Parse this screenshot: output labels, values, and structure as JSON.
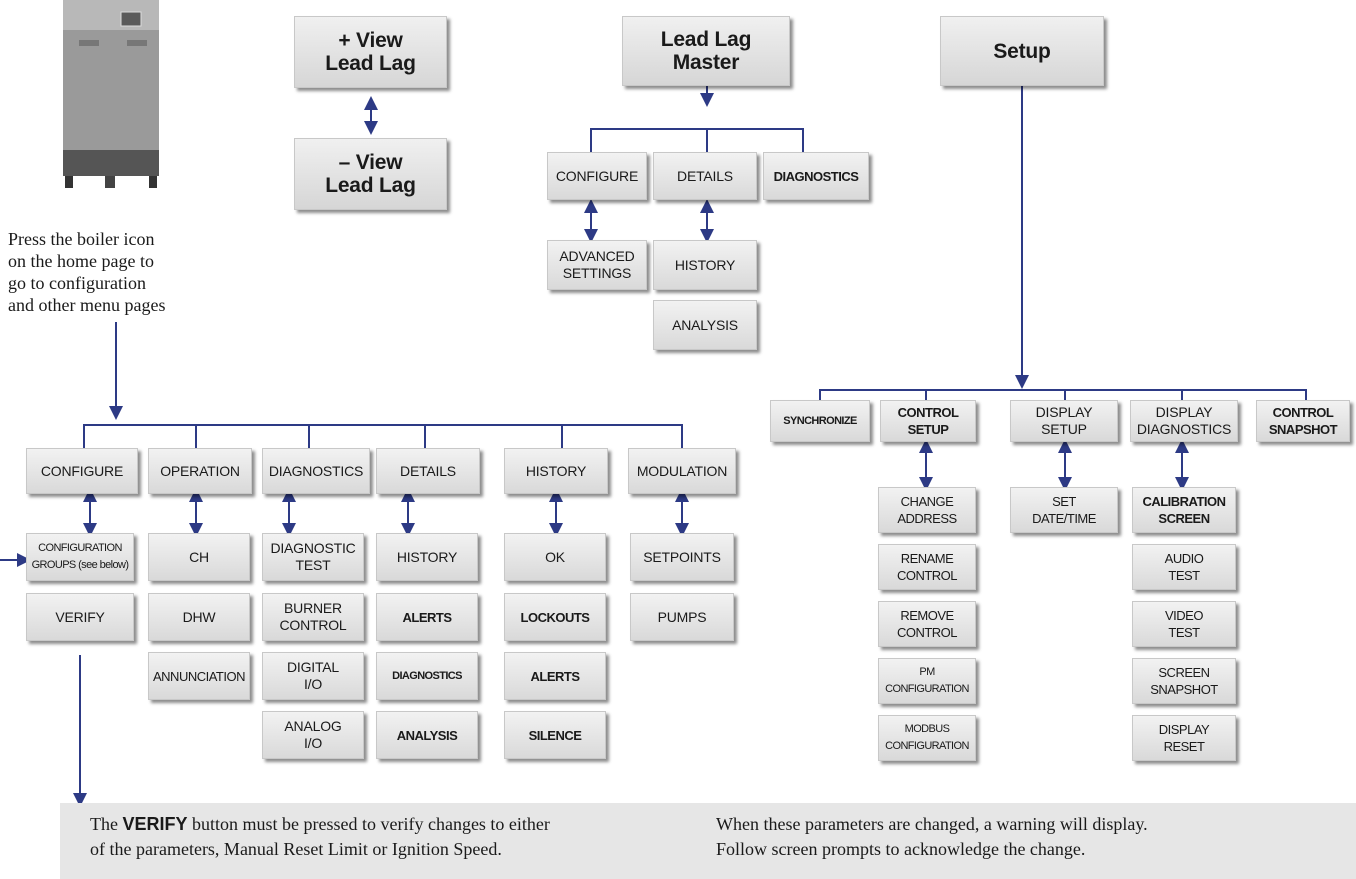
{
  "top": {
    "view_plus": "+ View\nLead Lag",
    "view_minus": "– View\nLead Lag",
    "lead_lag_master": "Lead Lag\nMaster",
    "setup": "Setup"
  },
  "leadlag": {
    "configure": "CONFIGURE",
    "details": "DETAILS",
    "diagnostics": "DIAGNOSTICS",
    "advanced_settings": "ADVANCED\nSETTINGS",
    "history": "HISTORY",
    "analysis": "ANALYSIS"
  },
  "note": {
    "lines": [
      "Press the boiler icon",
      "on the home page to",
      "go to configuration",
      "and other menu pages"
    ]
  },
  "main": {
    "configure": "CONFIGURE",
    "configuration_groups": "CONFIGURATION\nGROUPS (see below)",
    "verify": "VERIFY",
    "operation": "OPERATION",
    "ch": "CH",
    "dhw": "DHW",
    "annunciation": "ANNUNCIATION",
    "diagnostics": "DIAGNOSTICS",
    "diagnostic_test": "DIAGNOSTIC\nTEST",
    "burner_control": "BURNER\nCONTROL",
    "digital_io": "DIGITAL\nI/O",
    "analog_io": "ANALOG\nI/O",
    "details": "DETAILS",
    "history": "HISTORY",
    "alerts": "ALERTS",
    "details_diagnostics": "DIAGNOSTICS",
    "analysis": "ANALYSIS",
    "history_menu": "HISTORY",
    "ok": "OK",
    "lockouts": "LOCKOUTS",
    "history_alerts": "ALERTS",
    "silence": "SILENCE",
    "modulation": "MODULATION",
    "setpoints": "SETPOINTS",
    "pumps": "PUMPS"
  },
  "setup_menu": {
    "synchronize": "SYNCHRONIZE",
    "control_setup": "CONTROL\nSETUP",
    "change_address": "CHANGE\nADDRESS",
    "rename_control": "RENAME\nCONTROL",
    "remove_control": "REMOVE\nCONTROL",
    "pm_configuration": "PM\nCONFIGURATION",
    "modbus_configuration": "MODBUS\nCONFIGURATION",
    "display_setup": "DISPLAY\nSETUP",
    "set_date_time": "SET\nDATE/TIME",
    "display_diagnostics": "DISPLAY\nDIAGNOSTICS",
    "calibration_screen": "CALIBRATION\nSCREEN",
    "audio_test": "AUDIO\nTEST",
    "video_test": "VIDEO\nTEST",
    "screen_snapshot": "SCREEN\nSNAPSHOT",
    "display_reset": "DISPLAY\nRESET",
    "control_snapshot": "CONTROL\nSNAPSHOT"
  },
  "footer": {
    "left_pre": "The ",
    "left_keyword": "VERIFY",
    "left_post": " button must be pressed to verify changes to either",
    "left_line2": "of the parameters, Manual Reset Limit or Ignition Speed.",
    "right_line1": "When these parameters are changed, a warning will display.",
    "right_line2": "Follow screen prompts to acknowledge the change."
  },
  "colors": {
    "connector": "#2d3a85",
    "button": "#e4e4e4",
    "panel": "#e6e6e6"
  },
  "icons": {
    "boiler": "boiler-icon"
  }
}
